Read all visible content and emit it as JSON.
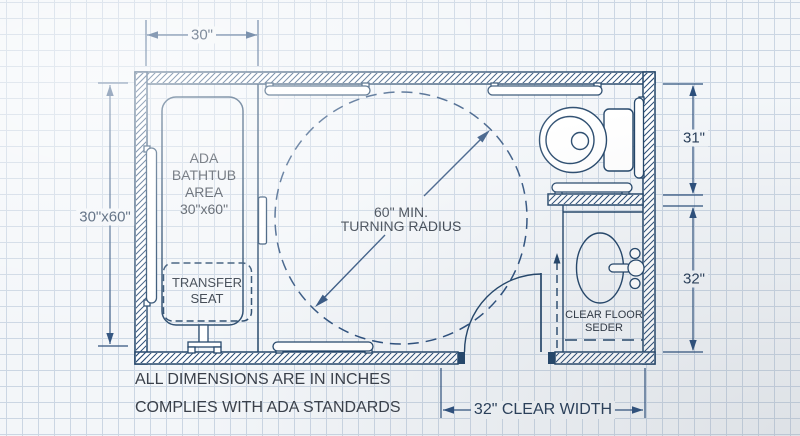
{
  "drawing": {
    "type": "ada-bathroom-floor-plan",
    "notes": {
      "line1": "ALL DIMENSIONS ARE IN INCHES",
      "line2": "COMPLIES WITH ADA STANDARDS"
    },
    "labels": {
      "bathtub": "ADA\nBATHTUB\nAREA\n30\"x60\"",
      "transfer_seat": "TRANSFER\nSEAT",
      "turning_radius": "60\" MIN.\nTURNING RADIUS",
      "clear_floor": "CLEAR FLOOR\nSEDER"
    },
    "dimensions": {
      "top_width": "30\"",
      "left_height": "30\"x60\"",
      "right_upper": "31\"",
      "right_lower": "32\"",
      "door_clear_width": "32\" CLEAR WIDTH"
    },
    "fixtures": [
      "bathtub",
      "transfer-seat",
      "grab-bars",
      "toilet",
      "sink-vanity",
      "door-swing",
      "turning-radius-circle"
    ],
    "colors": {
      "ink": "#234569",
      "dimension_ink": "#2c4f7c",
      "label_text": "#2e3743",
      "note_text": "#3a404a",
      "paper": "#f3f6f9",
      "grid_line": "#cbd6e3"
    }
  }
}
